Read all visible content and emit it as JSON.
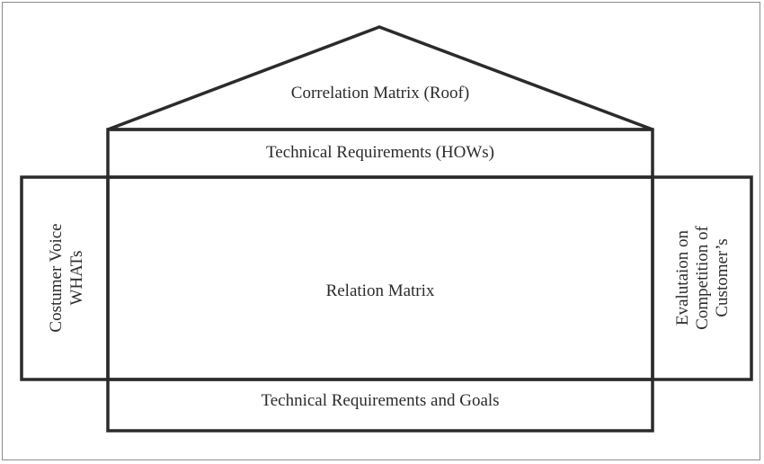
{
  "diagram": {
    "roof_label": "Correlation Matrix (Roof)",
    "hows_label": "Technical Requirements (HOWs)",
    "relation_label": "Relation Matrix",
    "goals_label": "Technical Requirements and Goals",
    "whats_label": {
      "line1": "Costumer Voice",
      "line2": "WHATs"
    },
    "evaluation_label": {
      "line1": "Evalutaion on",
      "line2": "Competition of",
      "line3": "Customer’s"
    },
    "stroke_color": "#2b2b2b",
    "frame_color": "#8c8c8c"
  }
}
